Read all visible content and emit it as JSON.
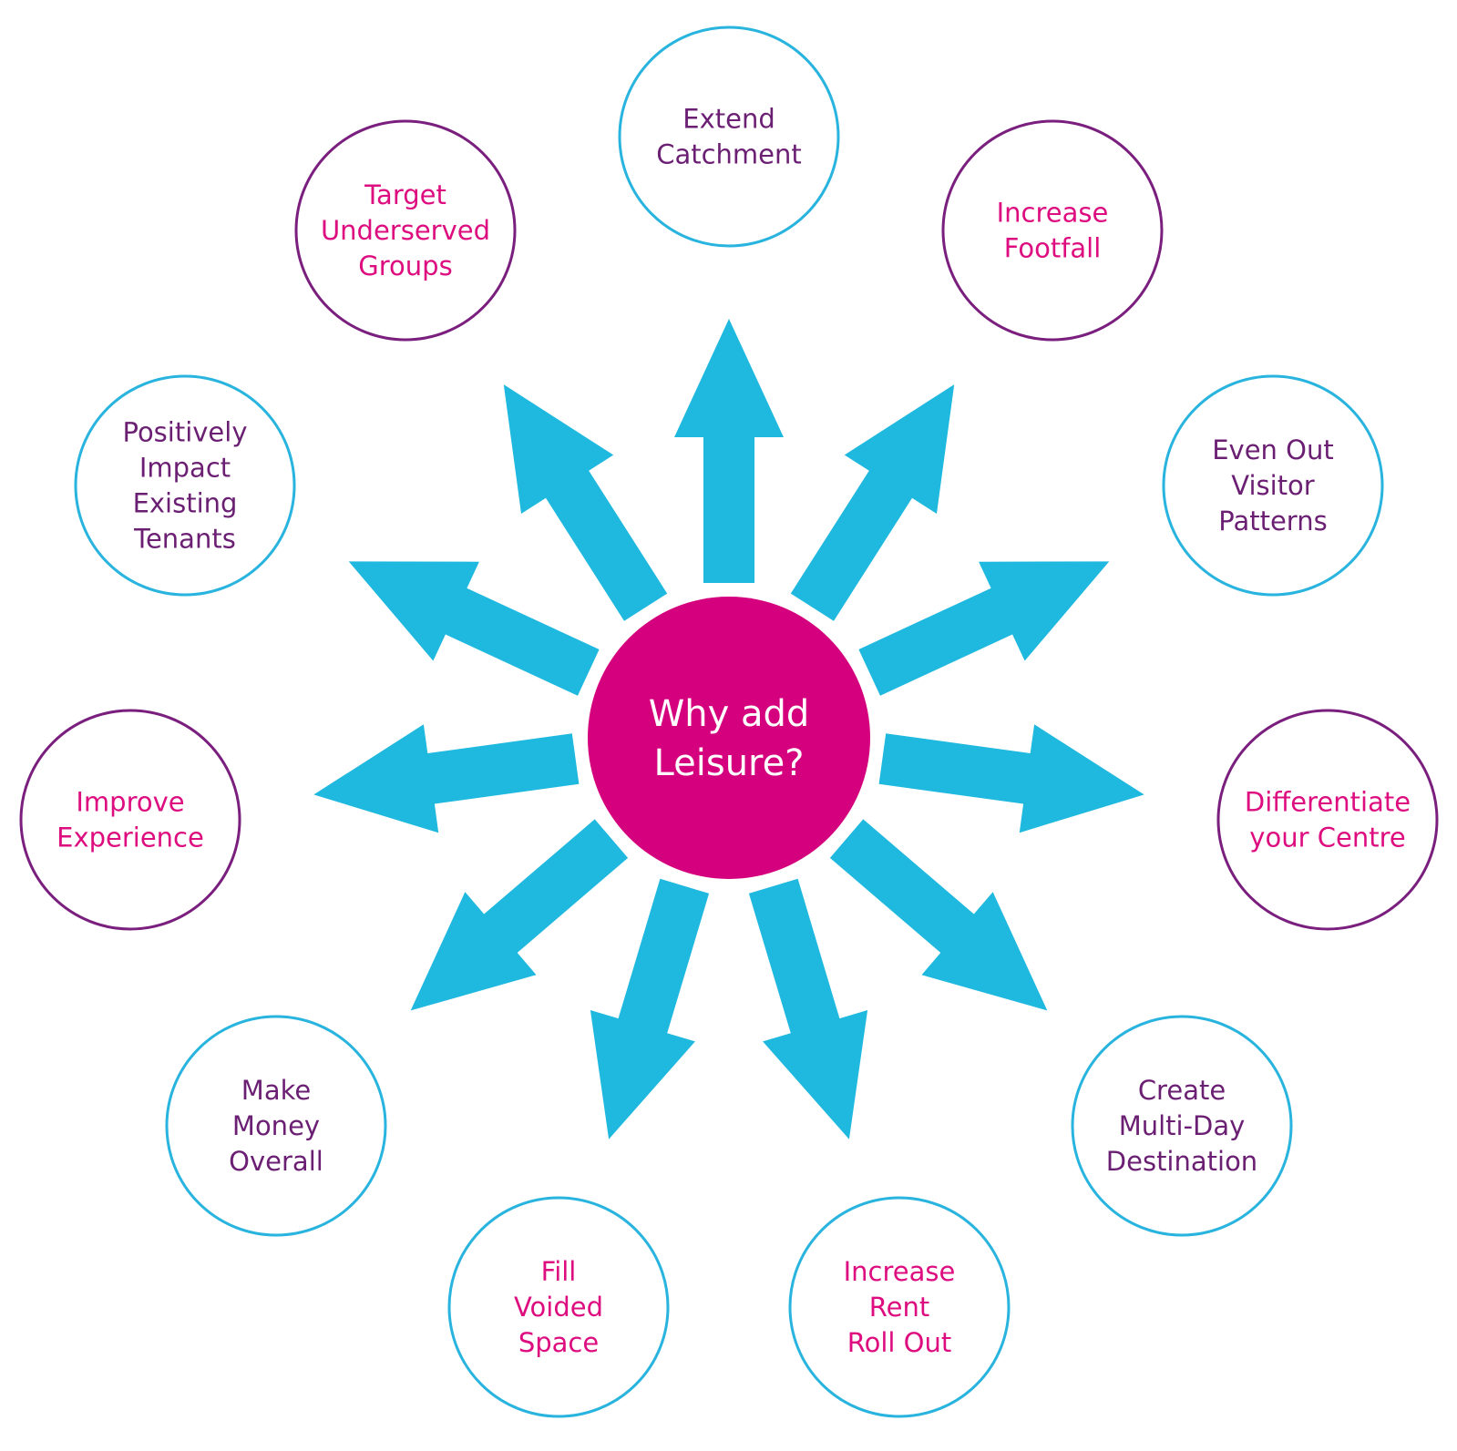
{
  "center": {
    "lines": [
      "Why add",
      "Leisure?"
    ]
  },
  "colors": {
    "arrow": "#1fb8df",
    "center_fill": "#d5007d",
    "blue_outline": "#28b4de",
    "purple_outline": "#7a1f7e",
    "purple_text": "#6b1f73",
    "pink_text": "#dd0d7f"
  },
  "nodes": [
    {
      "id": "extend-catchment",
      "lines": [
        "Extend",
        "Catchment"
      ],
      "outline": "blue",
      "text": "purple"
    },
    {
      "id": "increase-footfall",
      "lines": [
        "Increase",
        "Footfall"
      ],
      "outline": "purple",
      "text": "pink"
    },
    {
      "id": "even-out-visitor-patterns",
      "lines": [
        "Even Out",
        "Visitor",
        "Patterns"
      ],
      "outline": "blue",
      "text": "purple"
    },
    {
      "id": "differentiate-your-centre",
      "lines": [
        "Differentiate",
        "your Centre"
      ],
      "outline": "purple",
      "text": "pink"
    },
    {
      "id": "create-multi-day-destination",
      "lines": [
        "Create",
        "Multi-Day",
        "Destination"
      ],
      "outline": "blue",
      "text": "purple"
    },
    {
      "id": "increase-rent-roll-out",
      "lines": [
        "Increase",
        "Rent",
        "Roll Out"
      ],
      "outline": "blue",
      "text": "pink"
    },
    {
      "id": "fill-voided-space",
      "lines": [
        "Fill",
        "Voided",
        "Space"
      ],
      "outline": "blue",
      "text": "pink"
    },
    {
      "id": "make-money-overall",
      "lines": [
        "Make",
        "Money",
        "Overall"
      ],
      "outline": "blue",
      "text": "purple"
    },
    {
      "id": "improve-experience",
      "lines": [
        "Improve",
        "Experience"
      ],
      "outline": "purple",
      "text": "pink"
    },
    {
      "id": "positively-impact-existing-tenants",
      "lines": [
        "Positively",
        "Impact",
        "Existing",
        "Tenants"
      ],
      "outline": "blue",
      "text": "purple"
    },
    {
      "id": "target-underserved-groups",
      "lines": [
        "Target",
        "Underserved",
        "Groups"
      ],
      "outline": "purple",
      "text": "pink"
    }
  ]
}
